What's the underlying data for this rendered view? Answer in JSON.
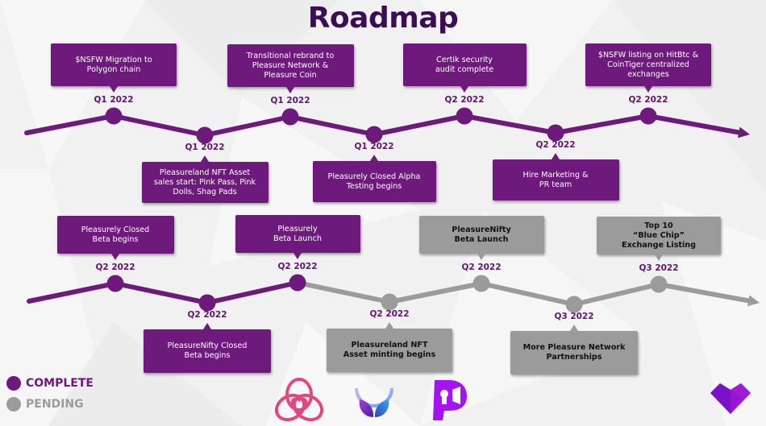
{
  "title": "Roadmap",
  "colors": {
    "complete": "#6e1a7d",
    "pending": "#9b9b9b",
    "title": "#3a0d54",
    "date_label": "#5e1670"
  },
  "timelines": [
    {
      "milestones": [
        {
          "date": "Q1 2022",
          "status": "complete",
          "lines": [
            "$NSFW Migration to",
            "Polygon chain"
          ]
        },
        {
          "date": "Q1 2022",
          "status": "complete",
          "lines": [
            "Pleasureland NFT Asset",
            "sales start: Pink Pass, Pink",
            "Dolls, Shag Pads"
          ]
        },
        {
          "date": "Q1 2022",
          "status": "complete",
          "lines": [
            "Transitional rebrand to",
            "Pleasure Network &",
            "Pleasure Coin"
          ]
        },
        {
          "date": "Q1 2022",
          "status": "complete",
          "lines": [
            "Pleasurely Closed Alpha",
            "Testing begins"
          ]
        },
        {
          "date": "Q2 2022",
          "status": "complete",
          "lines": [
            "Certik security",
            "audit complete"
          ]
        },
        {
          "date": "Q2 2022",
          "status": "complete",
          "lines": [
            "Hire Marketing &",
            "PR team"
          ]
        },
        {
          "date": "Q2 2022",
          "status": "complete",
          "lines": [
            "$NSFW listing on HitBtc &",
            "CoinTiger centralized",
            "exchanges"
          ]
        }
      ]
    },
    {
      "milestones": [
        {
          "date": "Q2 2022",
          "status": "complete",
          "lines": [
            "Pleasurely Closed",
            "Beta begins"
          ]
        },
        {
          "date": "Q2 2022",
          "status": "complete",
          "lines": [
            "PleasureNifty Closed",
            "Beta begins"
          ]
        },
        {
          "date": "Q2 2022",
          "status": "complete",
          "lines": [
            "Pleasurely",
            "Beta Launch"
          ]
        },
        {
          "date": "Q2 2022",
          "status": "pending",
          "lines": [
            "Pleasureland NFT",
            "Asset minting begins"
          ]
        },
        {
          "date": "Q2 2022",
          "status": "pending",
          "lines": [
            "PleasureNifty",
            "Beta Launch"
          ]
        },
        {
          "date": "Q3 2022",
          "status": "pending",
          "lines": [
            "More Pleasure Network",
            "Partnerships"
          ]
        },
        {
          "date": "Q3 2022",
          "status": "pending",
          "lines": [
            "Top 10",
            "“Blue Chip”",
            "Exchange Listing"
          ]
        }
      ]
    }
  ],
  "legend": [
    {
      "label": "COMPLETE",
      "status": "complete"
    },
    {
      "label": "PENDING",
      "status": "pending"
    }
  ],
  "logos": [
    "trefoil-heart",
    "leaf-orb",
    "p-keyhole",
    "gem-heart"
  ]
}
